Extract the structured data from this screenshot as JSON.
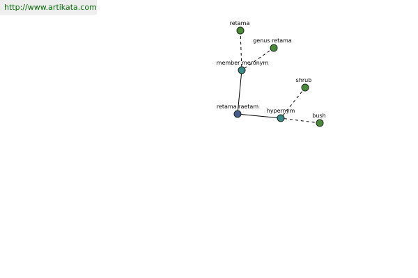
{
  "watermark": "http://www.artikata.com",
  "colors": {
    "primary_node": "#465a8c",
    "relation_node": "#3a8a8a",
    "leaf_node": "#4a8a3a",
    "node_stroke": "#1a2a1a",
    "edge": "#000000",
    "watermark_bg": "#eeeeee",
    "watermark_text": "#006600"
  },
  "graph": {
    "nodes": [
      {
        "id": "retama-raetam",
        "label": "retama raetam",
        "kind": "primary"
      },
      {
        "id": "member-meronym",
        "label": "member meronym",
        "kind": "relation"
      },
      {
        "id": "hypernym",
        "label": "hypernym",
        "kind": "relation"
      },
      {
        "id": "retama",
        "label": "retama",
        "kind": "leaf"
      },
      {
        "id": "genus-retama",
        "label": "genus retama",
        "kind": "leaf"
      },
      {
        "id": "shrub",
        "label": "shrub",
        "kind": "leaf"
      },
      {
        "id": "bush",
        "label": "bush",
        "kind": "leaf"
      }
    ],
    "edges": [
      {
        "from": "retama-raetam",
        "to": "member-meronym",
        "style": "solid"
      },
      {
        "from": "retama-raetam",
        "to": "hypernym",
        "style": "solid"
      },
      {
        "from": "member-meronym",
        "to": "retama",
        "style": "dashed"
      },
      {
        "from": "member-meronym",
        "to": "genus-retama",
        "style": "dashed"
      },
      {
        "from": "hypernym",
        "to": "shrub",
        "style": "dashed"
      },
      {
        "from": "hypernym",
        "to": "bush",
        "style": "dashed"
      }
    ]
  }
}
